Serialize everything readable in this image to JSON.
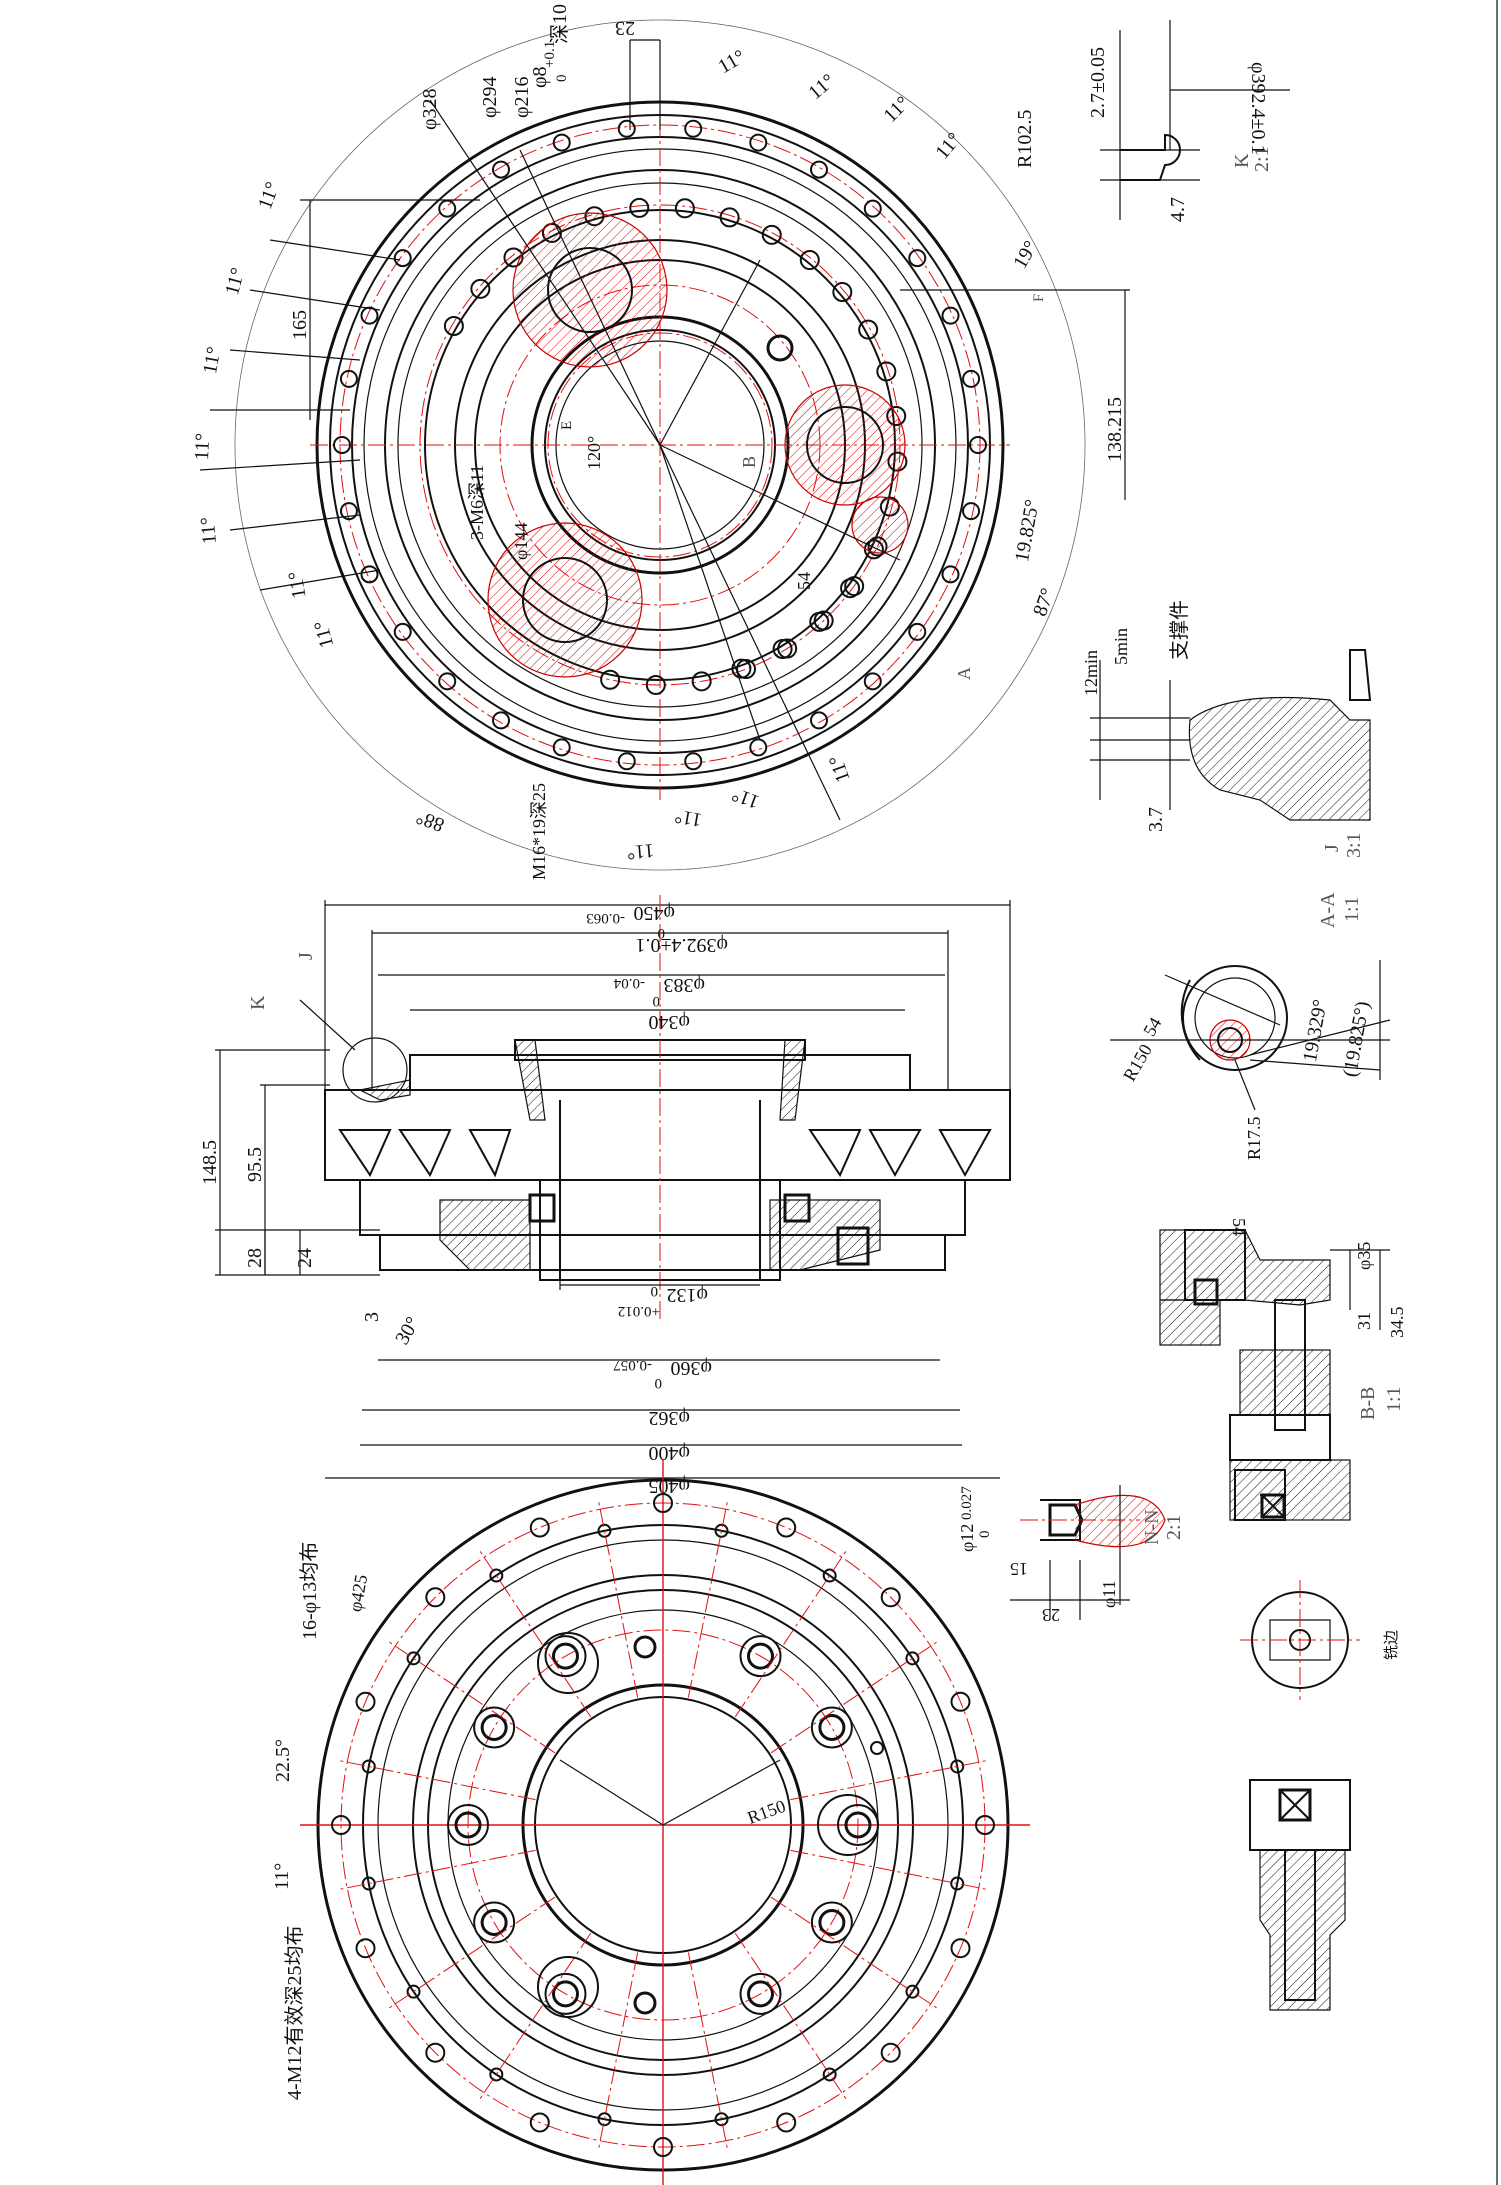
{
  "top_view": {
    "d_outer": "φ328",
    "d_bolt": "φ294",
    "d_inner": "φ216",
    "pin_hole": "φ8",
    "pin_tol": "+0.1",
    "pin_tol_low": "0",
    "pin_depth": "深10",
    "dim_23": "23",
    "dim_165": "165",
    "r_arc": "R102.5",
    "ang_19": "19°",
    "dim_138": "138.215",
    "ang_19825": "19.825°",
    "ang_87": "87°",
    "ang_88": "88°",
    "ang_120": "120°",
    "tap_m6": "3-M6深11",
    "d_144": "φ144",
    "dim_54": "54",
    "tap_m16": "M16*19深25",
    "ang_11": "11°",
    "sec_A": "A",
    "sec_B": "B",
    "sec_E": "E",
    "sec_F": "F"
  },
  "detail_K": {
    "dim_27": "2.7±0.05",
    "d_392": "φ392.4±0.1",
    "dim_47": "4.7",
    "label": "K",
    "scale": "2:1"
  },
  "detail_J": {
    "dim_12": "12min",
    "dim_5": "5min",
    "note": "支撑件",
    "dim_37": "3.7",
    "label": "J",
    "scale": "3:1"
  },
  "section_view": {
    "d_450": "φ450",
    "d_450_tol": "-0.063",
    "d_450_tol0": "0",
    "d_392": "φ392.4±0.1",
    "d_383": "φ383",
    "d_383_tol": "-0.04",
    "d_383_tol0": "0",
    "d_340": "φ340",
    "h_1485": "148.5",
    "h_955": "95.5",
    "h_28": "28",
    "h_24": "24",
    "h_3": "3",
    "ang_30": "30°",
    "d_132": "φ132",
    "d_132_tol": "+0.012",
    "d_132_tol0": "0",
    "d_360": "φ360",
    "d_360_tol": "-0.057",
    "d_360_tol0": "0",
    "d_362": "φ362",
    "d_400": "φ400",
    "d_405": "φ405",
    "label_J": "J",
    "label_K": "K"
  },
  "section_AA": {
    "label": "A-A",
    "scale": "1:1",
    "r150": "R150",
    "dim_54": "54",
    "ang_19329": "19.329°",
    "ang_19825p": "(19.825°)",
    "r175": "R17.5"
  },
  "section_BB": {
    "dim_54": "54",
    "d_35": "φ35",
    "dim_31": "31",
    "dim_345": "34.5",
    "label": "B-B",
    "scale": "1:1"
  },
  "detail_N": {
    "d_12": "φ12",
    "d_12_tol": "0.027",
    "d_12_tol0": "0",
    "dim_15": "15",
    "d_11": "φ11",
    "dim_23": "23",
    "label": "N-N",
    "scale": "2:1"
  },
  "bottom_view": {
    "holes": "16-φ13均布",
    "d_425": "φ425",
    "ang_225": "22.5°",
    "ang_11": "11°",
    "r150": "R150",
    "tap_m12": "4-M12有效深25均布"
  },
  "misc": {
    "note_mill": "铣边"
  }
}
